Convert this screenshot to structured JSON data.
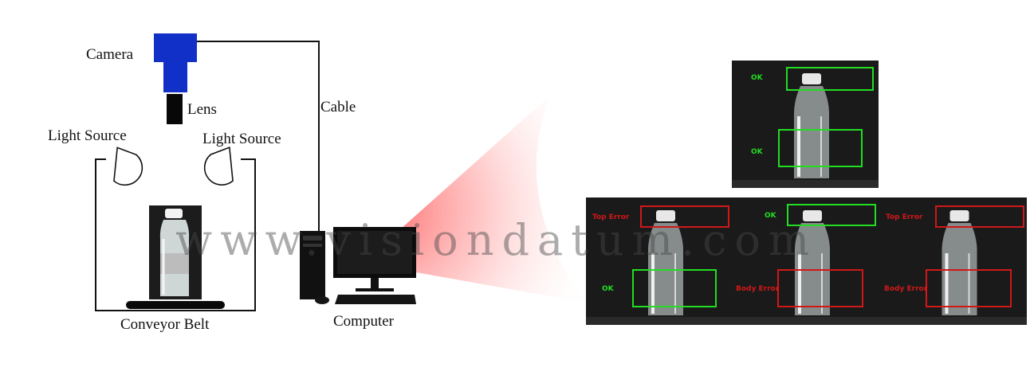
{
  "diagram": {
    "labels": {
      "camera": "Camera",
      "lens": "Lens",
      "cable": "Cable",
      "light_left": "Light Source",
      "light_right": "Light Source",
      "conveyor": "Conveyor Belt",
      "computer": "Computer"
    },
    "watermark": "www.visiondatum.com"
  },
  "colors": {
    "camera_blue": "#1030c8",
    "ok_green": "#22dd22",
    "error_red": "#d01818",
    "beam_red": "#ff6a6a",
    "panel_bg": "#1a1a1a"
  },
  "inspection_panels": [
    {
      "id": "top",
      "regions": [
        {
          "label": "OK",
          "status": "ok"
        },
        {
          "label": "OK",
          "status": "ok"
        }
      ]
    },
    {
      "id": "bottom-left",
      "regions": [
        {
          "label": "Top Error",
          "status": "error"
        },
        {
          "label": "OK",
          "status": "ok"
        }
      ]
    },
    {
      "id": "bottom-middle",
      "regions": [
        {
          "label": "OK",
          "status": "ok"
        },
        {
          "label": "Body Error",
          "status": "error"
        }
      ]
    },
    {
      "id": "bottom-right",
      "regions": [
        {
          "label": "Top Error",
          "status": "error"
        },
        {
          "label": "Body Error",
          "status": "error"
        }
      ]
    }
  ]
}
